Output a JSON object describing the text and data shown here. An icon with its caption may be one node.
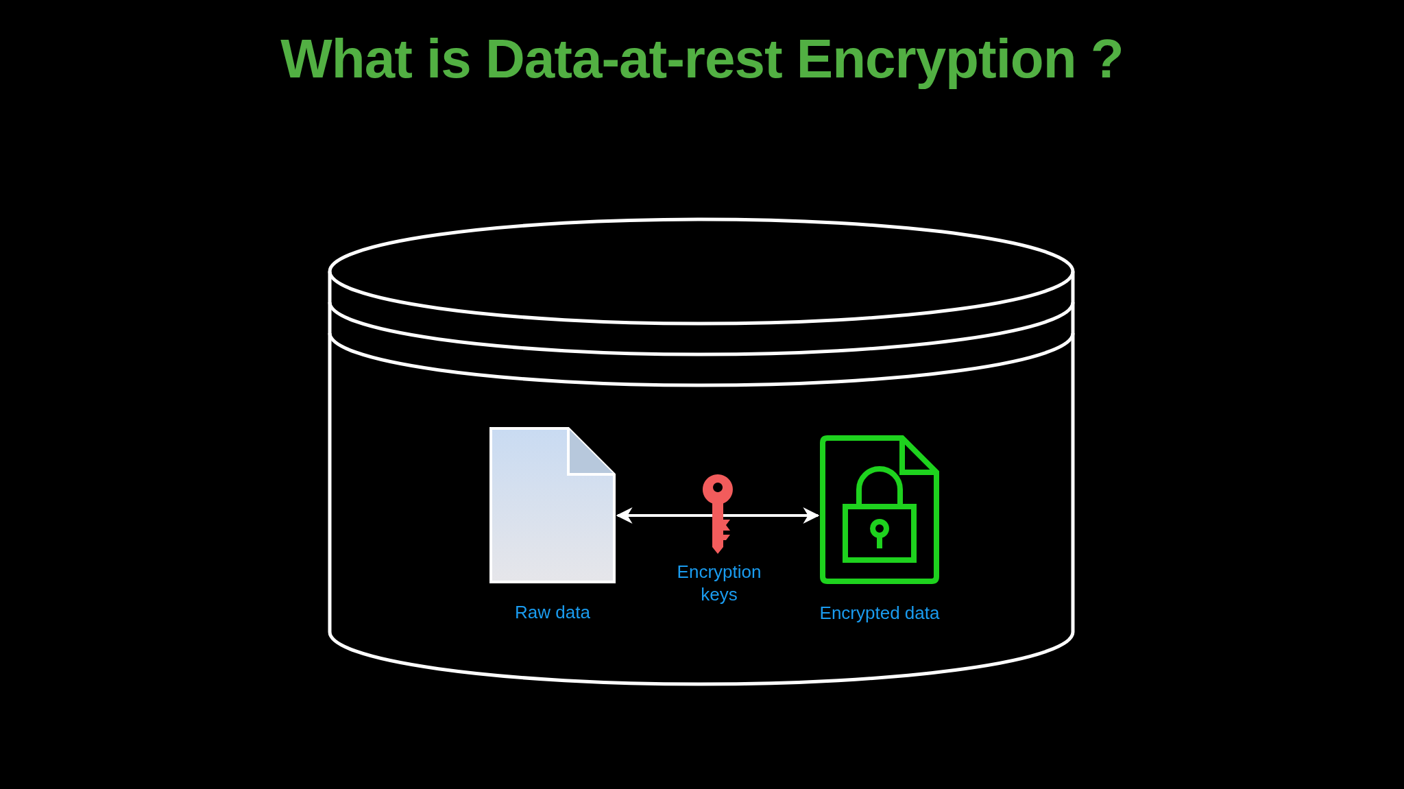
{
  "diagram": {
    "title": "What is Data-at-rest Encryption ?",
    "nodes": [
      {
        "text": [],
        "shape": "cylinder"
      },
      {
        "text": [
          "Raw data"
        ],
        "in": 0
      },
      {
        "text": [
          "Encrypted data"
        ],
        "in": 0
      }
    ],
    "edges": [
      {
        "from": 1,
        "to": 2,
        "arrow": "both",
        "label": "Encryption keys"
      }
    ]
  }
}
